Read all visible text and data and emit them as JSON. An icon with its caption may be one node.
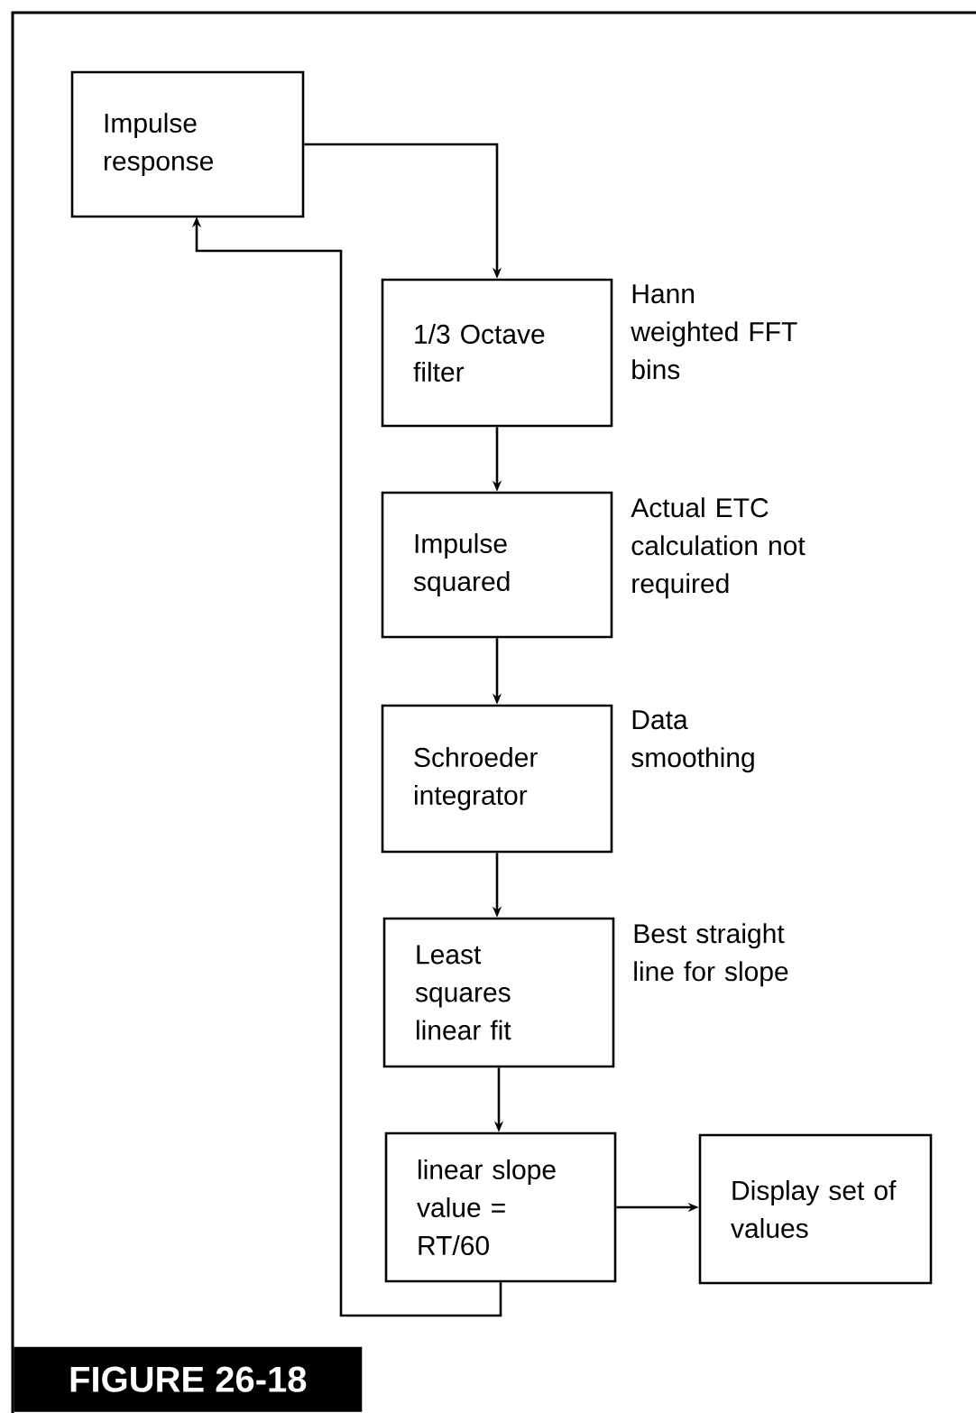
{
  "diagram": {
    "caption": "FIGURE 26-18",
    "nodes": [
      {
        "text": [
          "Impulse response"
        ]
      },
      {
        "text": [
          "1/3 Octave filter"
        ],
        "beside": [
          "Hann weighted FFT bins"
        ]
      },
      {
        "text": [
          "Impulse squared"
        ],
        "beside": [
          "Actual ETC calculation not required"
        ]
      },
      {
        "text": [
          "Schroeder integrator"
        ],
        "beside": [
          "Data smoothing"
        ]
      },
      {
        "text": [
          "Least squares linear fit"
        ],
        "beside": [
          "Best straight line for slope"
        ]
      },
      {
        "text": [
          "linear slope value = RT/60"
        ]
      },
      {
        "text": [
          "Display set of values"
        ]
      }
    ],
    "edges": [
      {
        "from": 0,
        "to": 1,
        "arrow": "to"
      },
      {
        "from": 1,
        "to": 2,
        "arrow": "to"
      },
      {
        "from": 2,
        "to": 3,
        "arrow": "to"
      },
      {
        "from": 3,
        "to": 4,
        "arrow": "to"
      },
      {
        "from": 4,
        "to": 5,
        "arrow": "to"
      },
      {
        "from": 5,
        "to": 6,
        "arrow": "to"
      },
      {
        "from": 5,
        "to": 0,
        "arrow": "to"
      }
    ]
  }
}
